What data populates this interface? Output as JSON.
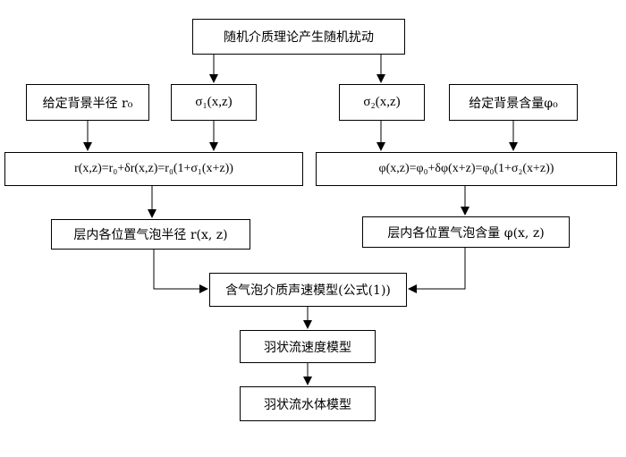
{
  "nodes": {
    "disturbance": "随机介质理论产生随机扰动",
    "given_radius": "给定背景半径 r₀",
    "sigma1": "σ₁(x,z)",
    "sigma2": "σ₂(x,z)",
    "given_content": "给定背景含量φ₀",
    "radius_formula": "r(x,z)=r₀+δr(x,z)=r₀(1+σ₁(x+z))",
    "content_formula": "φ(x,z)=φ₀+δφ(x+z)=φ₀(1+σ₂(x+z))",
    "radius_layer": "层内各位置气泡半径 r(x, z)",
    "content_layer": "层内各位置气泡含量 φ(x, z)",
    "sound_speed": "含气泡介质声速模型(公式(1))",
    "plume_velocity": "羽状流速度模型",
    "plume_water": "羽状流水体模型"
  }
}
